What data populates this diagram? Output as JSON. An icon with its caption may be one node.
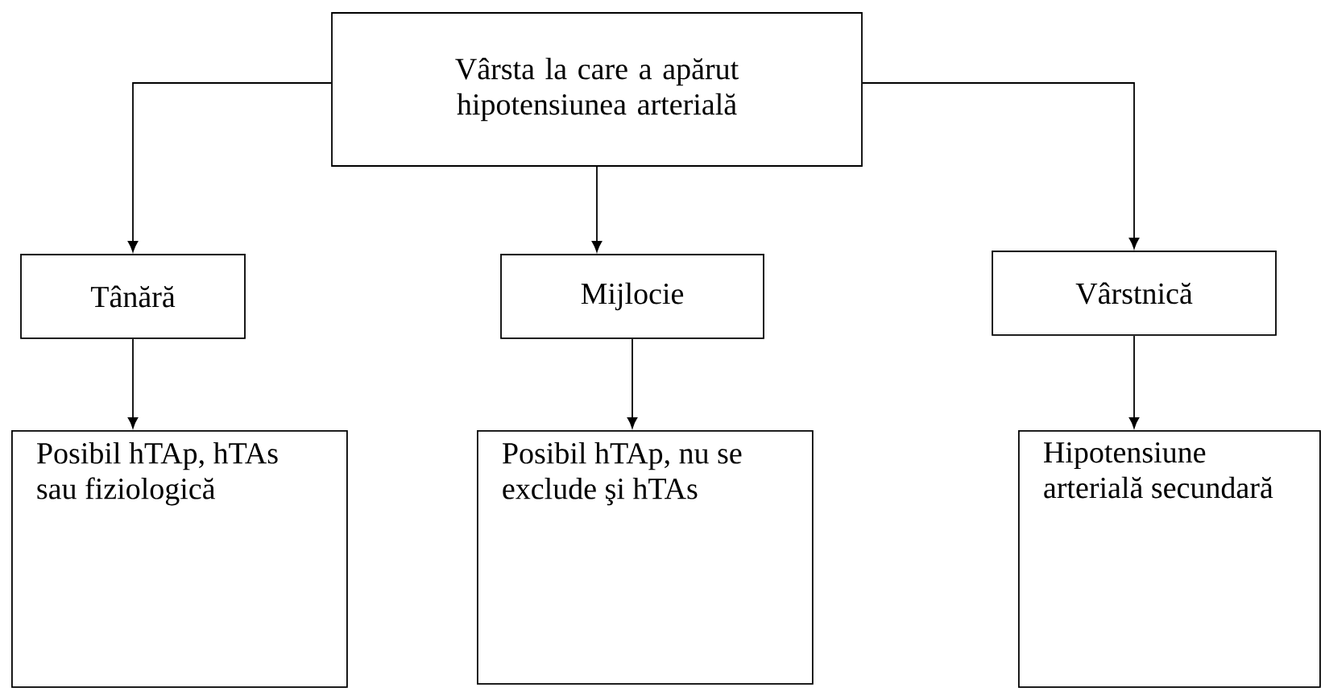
{
  "diagram": {
    "nodes": [
      {
        "text": [
          "Vârsta la care a apărut hipotensiunea arterială"
        ]
      },
      {
        "text": [
          "Tânără"
        ]
      },
      {
        "text": [
          "Mijlocie"
        ]
      },
      {
        "text": [
          "Vârstnică"
        ]
      },
      {
        "text": [
          "Posibil hTAp, hTAs sau fiziologică"
        ]
      },
      {
        "text": [
          "Posibil hTAp, nu se exclude şi hTAs"
        ]
      },
      {
        "text": [
          "Hipotensiune arterială secundară"
        ]
      }
    ],
    "edges": [
      {
        "from": 0,
        "to": 1,
        "arrow": "to"
      },
      {
        "from": 0,
        "to": 2,
        "arrow": "to"
      },
      {
        "from": 0,
        "to": 3,
        "arrow": "to"
      },
      {
        "from": 1,
        "to": 4,
        "arrow": "to"
      },
      {
        "from": 2,
        "to": 5,
        "arrow": "to"
      },
      {
        "from": 3,
        "to": 6,
        "arrow": "to"
      }
    ]
  }
}
